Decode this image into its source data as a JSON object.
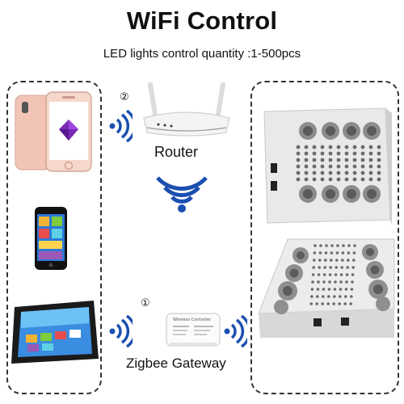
{
  "header": {
    "title": "WiFi Control",
    "subtitle": "LED lights control quantity :1-500pcs"
  },
  "devices": {
    "router_label": "Router",
    "router_step": "②",
    "gateway_label": "Zigbee  Gateway",
    "gateway_step": "①",
    "controller_text": "Wireless Controller"
  },
  "icons": [
    "phone-icon",
    "smartphone-icon",
    "tablet-icon",
    "router-icon",
    "gateway-icon",
    "wifi-signal-icon",
    "led-grow-light-icon"
  ],
  "colors": {
    "wifi_blue": "#1b4fb0",
    "phone_rose": "#f2c4b6",
    "led_panel": "#e9e9ea"
  }
}
